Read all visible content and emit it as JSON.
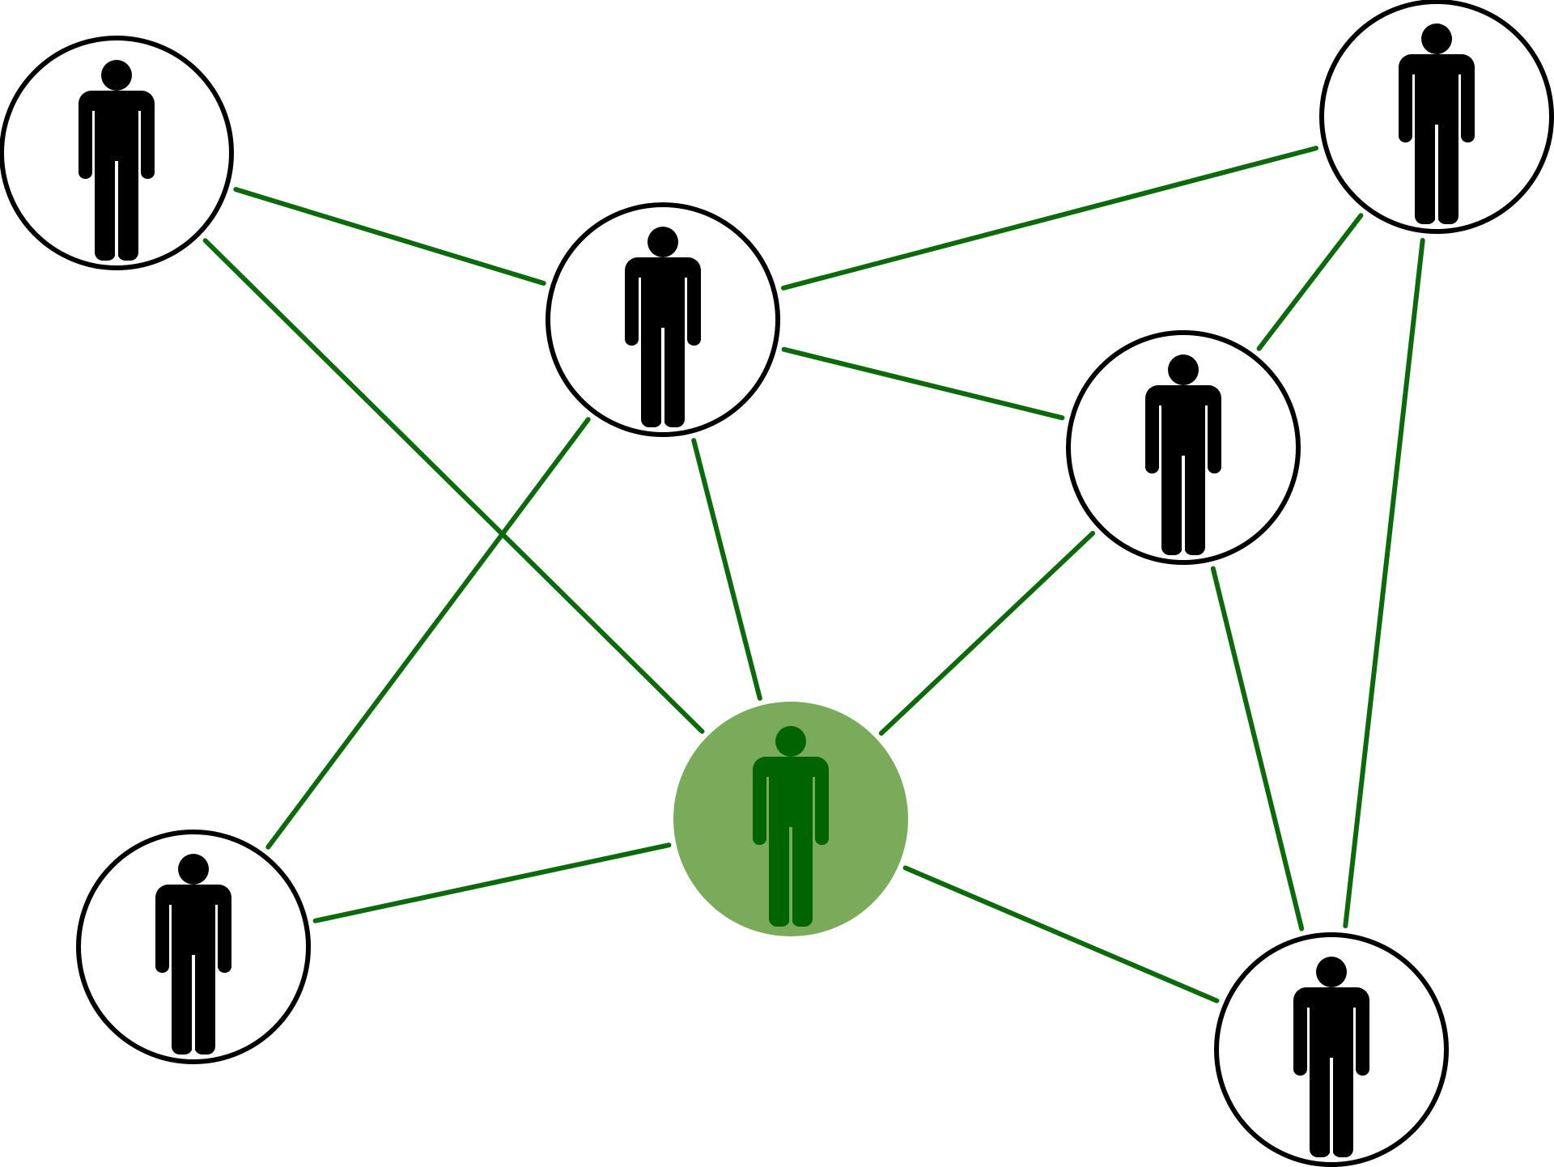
{
  "colors": {
    "background": "#ffffff",
    "node_fill": "#ffffff",
    "node_stroke": "#000000",
    "person_icon": "#000000",
    "edge": "#0b6b0b",
    "highlight_fill": "#7aab5b",
    "highlight_icon": "#006400"
  },
  "nodes": [
    {
      "id": "person-1",
      "icon": "person-icon",
      "highlighted": false
    },
    {
      "id": "person-2",
      "icon": "person-icon",
      "highlighted": false
    },
    {
      "id": "person-3",
      "icon": "person-icon",
      "highlighted": false
    },
    {
      "id": "person-4",
      "icon": "person-icon",
      "highlighted": false
    },
    {
      "id": "person-5",
      "icon": "person-icon",
      "highlighted": true
    },
    {
      "id": "person-6",
      "icon": "person-icon",
      "highlighted": false
    },
    {
      "id": "person-7",
      "icon": "person-icon",
      "highlighted": false
    }
  ],
  "edges": [
    {
      "from": "person-1",
      "to": "person-2"
    },
    {
      "from": "person-1",
      "to": "person-5"
    },
    {
      "from": "person-2",
      "to": "person-3"
    },
    {
      "from": "person-2",
      "to": "person-4"
    },
    {
      "from": "person-2",
      "to": "person-5"
    },
    {
      "from": "person-2",
      "to": "person-6"
    },
    {
      "from": "person-3",
      "to": "person-4"
    },
    {
      "from": "person-3",
      "to": "person-7"
    },
    {
      "from": "person-4",
      "to": "person-5"
    },
    {
      "from": "person-4",
      "to": "person-7"
    },
    {
      "from": "person-6",
      "to": "person-5"
    },
    {
      "from": "person-5",
      "to": "person-7"
    }
  ]
}
